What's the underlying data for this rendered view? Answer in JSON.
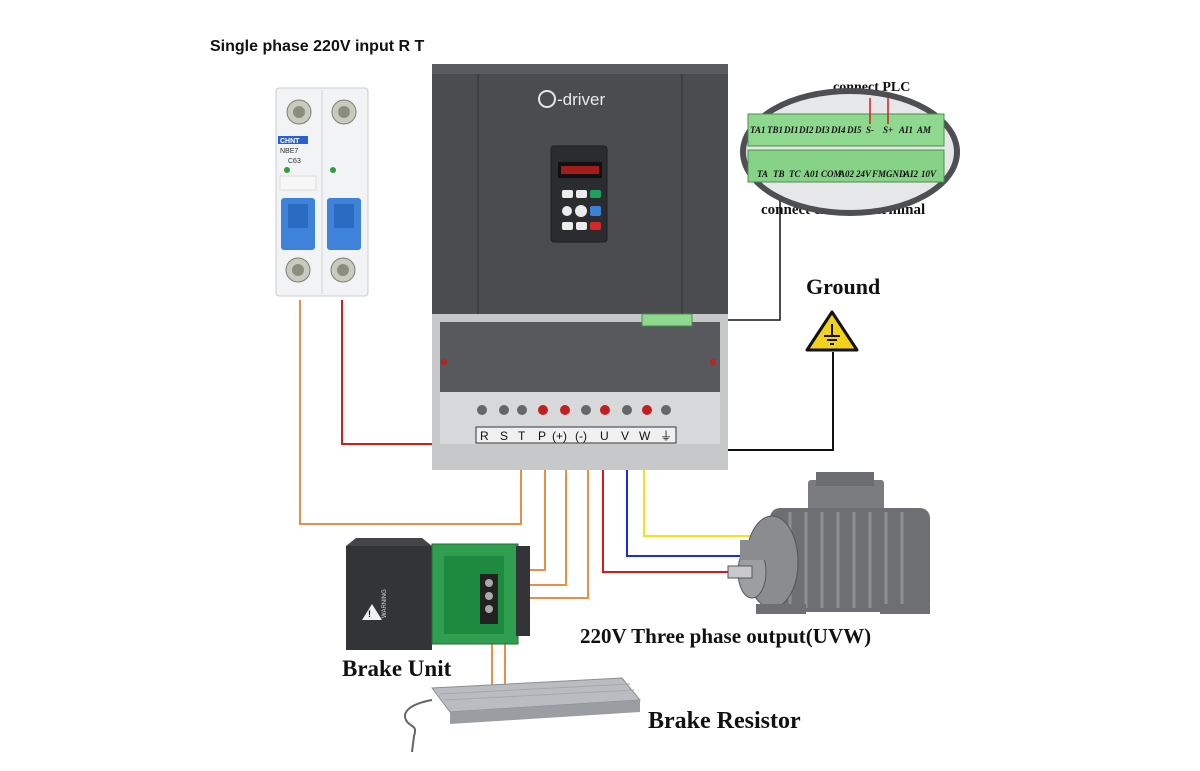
{
  "labels": {
    "input": "Single phase 220V input R  T",
    "connect_plc": "connect PLC",
    "connect_external": "connect external terminal",
    "ground": "Ground",
    "output": "220V Three phase output(UVW)",
    "brake_unit": "Brake Unit",
    "brake_resistor": "Brake Resistor"
  },
  "drive": {
    "brand": "-driver"
  },
  "breaker": {
    "brand": "CHNT",
    "model": "NBE7",
    "rating": "C63"
  },
  "terminal_top_row": [
    "TA1",
    "TB1",
    "DI1",
    "DI2",
    "DI3",
    "DI4",
    "DI5",
    "S-",
    "S+",
    "AI1",
    "AM"
  ],
  "terminal_bottom_row": [
    "TA",
    "TB",
    "TC",
    "A01",
    "COM",
    "A02",
    "24V",
    "FM",
    "GND",
    "AI2",
    "10V"
  ],
  "power_terminals": [
    "R",
    "S",
    "T",
    "P",
    "(+)",
    "(-)",
    "U",
    "V",
    "W",
    "⏚"
  ],
  "brake_unit_panel": {
    "warning": "WARNING"
  },
  "colors": {
    "wire_red": "#d21c1c",
    "wire_orange": "#e3914a",
    "wire_blue": "#1b2fd0",
    "wire_yellow": "#f2e21a",
    "wire_black": "#111111",
    "drive_body": "#4b4c50",
    "terminal_green": "#8fd88f"
  }
}
